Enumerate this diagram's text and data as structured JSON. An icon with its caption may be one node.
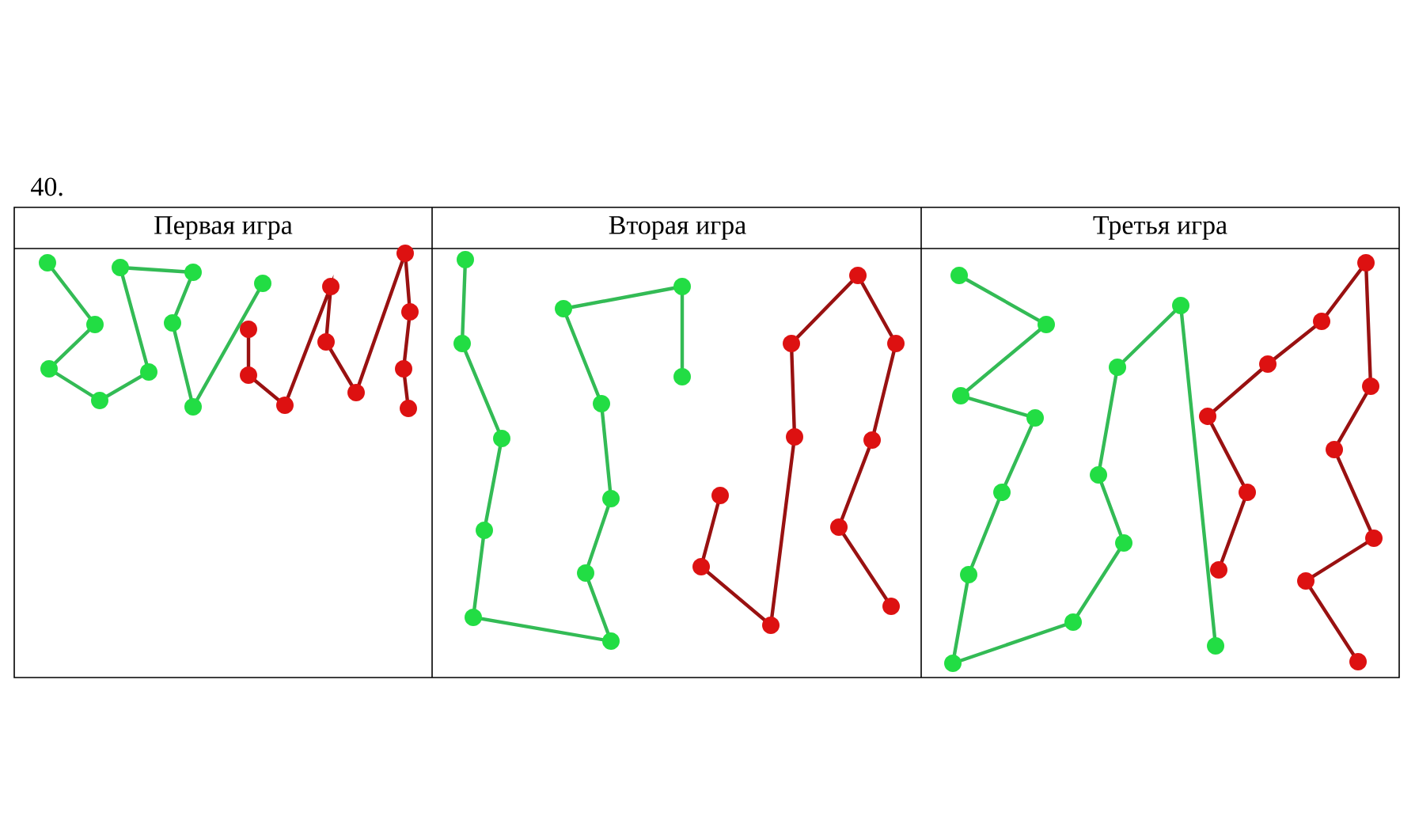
{
  "diagram": {
    "labels": [
      "40.",
      "Первая игра",
      "Вторая игра",
      "Третья игра"
    ]
  }
}
